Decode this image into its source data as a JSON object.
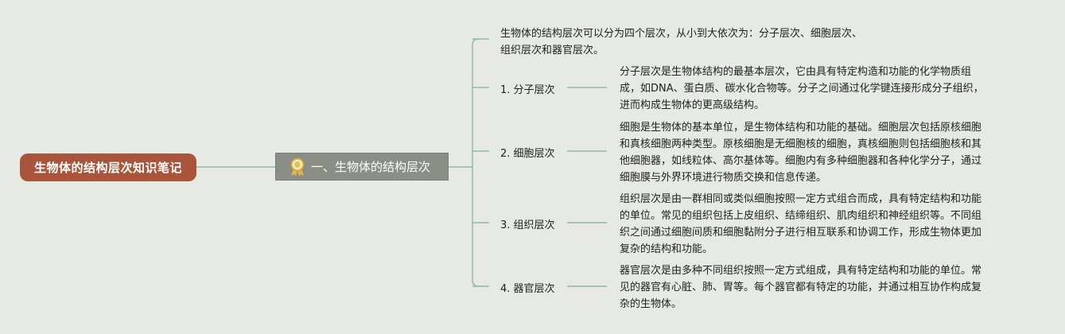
{
  "root": {
    "title": "生物体的结构层次知识笔记"
  },
  "branch": {
    "title": "一、生物体的结构层次",
    "icon": "award-ribbon-icon"
  },
  "intro": {
    "lines": [
      "生物体的结构层次可以分为四个层次，从小到大依次为：分子层次、细胞层次、",
      "组织层次和器官层次。"
    ]
  },
  "levels": [
    {
      "label": "1. 分子层次",
      "lines": [
        "分子层次是生物体结构的最基本层次，它由具有特定构造和功能的化学物质组",
        "成，如DNA、蛋白质、碳水化合物等。分子之间通过化学键连接形成分子组织，",
        "进而构成生物体的更高级结构。"
      ]
    },
    {
      "label": "2. 细胞层次",
      "lines": [
        "细胞是生物体的基本单位，是生物体结构和功能的基础。细胞层次包括原核细胞",
        "和真核细胞两种类型。原核细胞是无细胞核的细胞，真核细胞则包括细胞核和其",
        "他细胞器，如线粒体、高尔基体等。细胞内有多种细胞器和各种化学分子，通过",
        "细胞膜与外界环境进行物质交换和信息传递。"
      ]
    },
    {
      "label": "3. 组织层次",
      "lines": [
        "组织层次是由一群相同或类似细胞按照一定方式组合而成，具有特定结构和功能",
        "的单位。常见的组织包括上皮组织、结缔组织、肌肉组织和神经组织等。不同组",
        "织之间通过细胞间质和细胞黏附分子进行相互联系和协调工作，形成生物体更加",
        "复杂的结构和功能。"
      ]
    },
    {
      "label": "4. 器官层次",
      "lines": [
        "器官层次是由多种不同组织按照一定方式组成，具有特定结构和功能的单位。常",
        "见的器官有心脏、肺、胃等。每个器官都有特定的功能，并通过相互协作构成复",
        "杂的生物体。"
      ]
    }
  ],
  "colors": {
    "root": "#a9553b",
    "branch": "#8b8e86",
    "connector": "#8fb8ae",
    "background": "#e7e9e4"
  }
}
